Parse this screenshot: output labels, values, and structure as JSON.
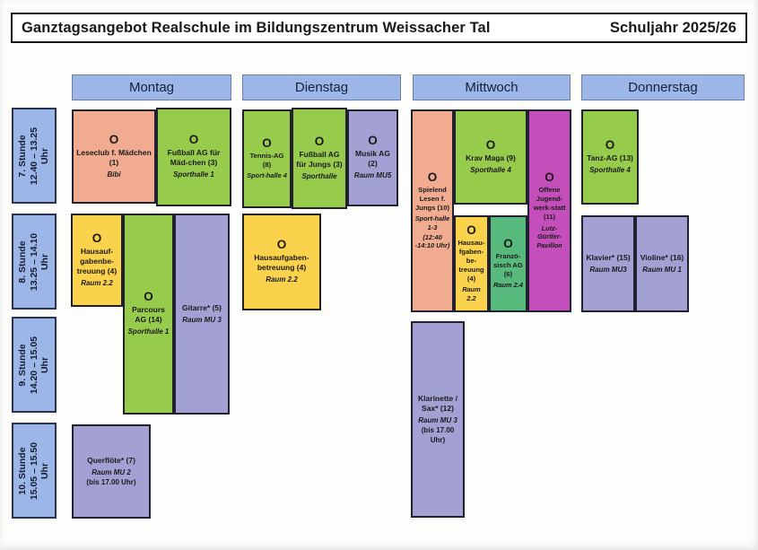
{
  "header": {
    "title": "Ganztagsangebot Realschule im Bildungszentrum Weissacher Tal",
    "school_year": "Schuljahr 2025/26"
  },
  "days": [
    "Montag",
    "Dienstag",
    "Mittwoch",
    "Donnerstag"
  ],
  "times": [
    {
      "line1": "7. Stunde",
      "line2": "12.40 – 13.25",
      "line3": "Uhr"
    },
    {
      "line1": "8. Stunde",
      "line2": "13.25 – 14.10",
      "line3": "Uhr"
    },
    {
      "line1": "9. Stunde",
      "line2": "14.20 – 15.05",
      "line3": "Uhr"
    },
    {
      "line1": "10. Stunde",
      "line2": "15.05 – 15.50",
      "line3": "Uhr"
    }
  ],
  "colors": {
    "header_blue": "#9cb6e8",
    "salmon": "#f0ab90",
    "green": "#97cb4c",
    "yellow": "#fbd24b",
    "purple": "#a3a0d3",
    "magenta": "#c44fba",
    "teal_green": "#57b97c"
  },
  "events": {
    "leseclub": {
      "marker": "O",
      "title": "Leseclub f. Mädchen (1)",
      "room": "Bibi"
    },
    "fussball_maedchen": {
      "marker": "O",
      "title": "Fußball AG für Mäd-chen (3)",
      "room": "Sporthalle 1"
    },
    "hausaufgaben_mo": {
      "marker": "O",
      "title": "Hausauf-gabenbe-treuung (4)",
      "room": "Raum 2.2"
    },
    "parcours": {
      "marker": "O",
      "title": "Parcours AG (14)",
      "room": "Sporthalle 1"
    },
    "gitarre": {
      "title": "Gitarre* (5)",
      "room": "Raum MU 3"
    },
    "querfloete": {
      "title": "Querflöte* (7)",
      "room": "Raum MU 2",
      "note": "(bis 17.00 Uhr)"
    },
    "tennis": {
      "marker": "O",
      "title": "Tennis-AG (8)",
      "room": "Sport-halle 4"
    },
    "fussball_jungs": {
      "marker": "O",
      "title": "Fußball AG für Jungs (3)",
      "room": "Sporthalle"
    },
    "musik": {
      "marker": "O",
      "title": "Musik AG (2)",
      "room": "Raum MU5"
    },
    "hausaufgaben_di": {
      "marker": "O",
      "title": "Hausaufgaben-betreuung (4)",
      "room": "Raum 2.2"
    },
    "spielend_lesen": {
      "marker": "O",
      "title": "Spielend Lesen f. Jungs (10)",
      "room": "Sport-halle 1-3",
      "note": "(12:40 -14:10 Uhr)"
    },
    "krav_maga": {
      "marker": "O",
      "title": "Krav Maga (9)",
      "room": "Sporthalle 4"
    },
    "jugendwerkstatt": {
      "marker": "O",
      "title": "Offene Jugend-werk-statt (11)",
      "room": "Lutz-Gürtler-Pavillon"
    },
    "hausaufgaben_mi": {
      "marker": "O",
      "title": "Hausau-fgaben-be-treuung (4)",
      "room": "Raum 2.2"
    },
    "franzoesisch": {
      "marker": "O",
      "title": "Franzö-sisch AG (6)",
      "room": "Raum 2.4"
    },
    "klarinette": {
      "title": "Klarinette / Sax* (12)",
      "room": "Raum MU 3",
      "note": "(bis 17.00 Uhr)"
    },
    "tanz": {
      "marker": "O",
      "title": "Tanz-AG (13)",
      "room": "Sporthalle 4"
    },
    "klavier": {
      "title": "Klavier* (15)",
      "room": "Raum MU3"
    },
    "violine": {
      "title": "Violine* (16)",
      "room": "Raum MU 1"
    }
  }
}
